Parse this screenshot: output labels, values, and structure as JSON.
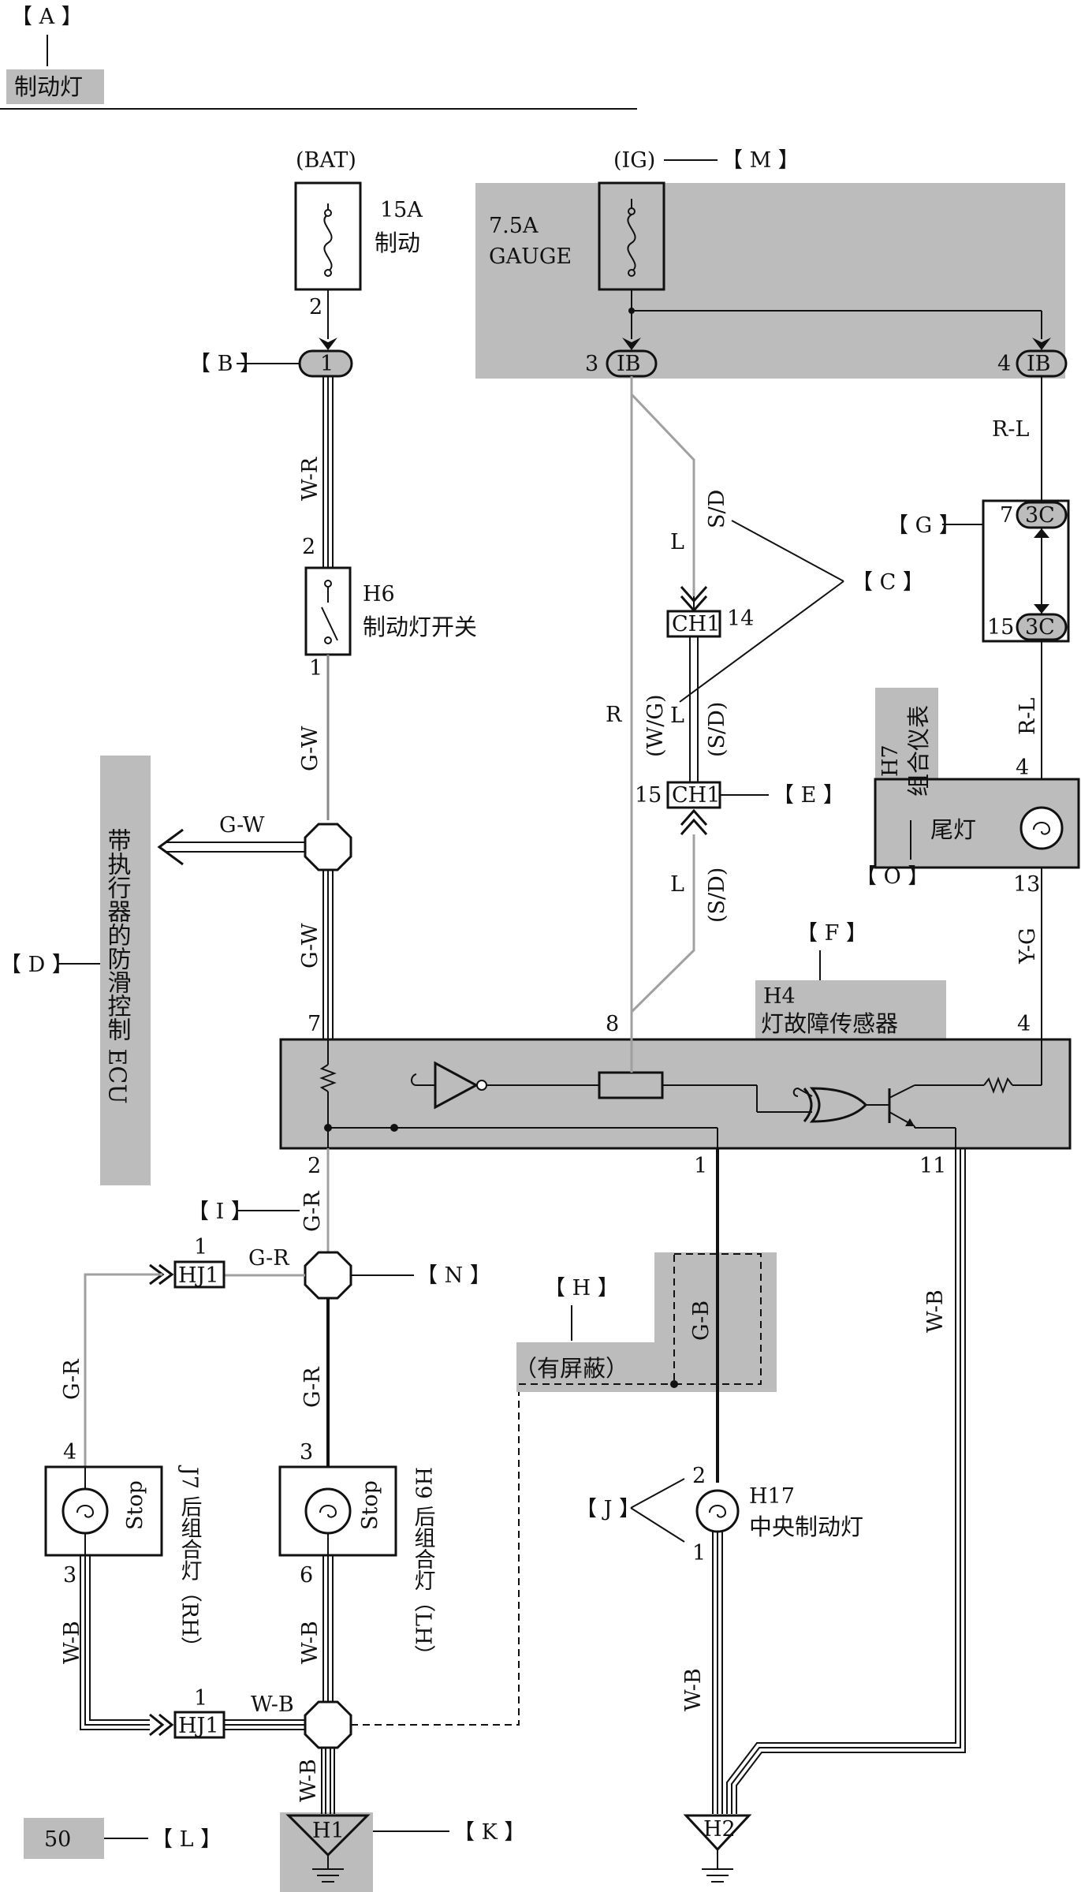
{
  "header": {
    "tag": "【 A 】",
    "title": "制动灯"
  },
  "callouts": {
    "B": "【 B 】",
    "C": "【 C 】",
    "D": "【 D 】",
    "E": "【 E 】",
    "F": "【 F 】",
    "G": "【 G 】",
    "H": "【 H 】",
    "I": "【 I 】",
    "J": "【 J 】",
    "K": "【 K 】",
    "L": "【 L 】",
    "M": "【 M 】",
    "N": "【 N 】",
    "O": "【 O 】"
  },
  "power": {
    "bat": "(BAT)",
    "ig": "(IG)",
    "fuse1_rating": "15A",
    "fuse1_name": "制动",
    "fuse2_rating": "7.5A",
    "fuse2_name": "GAUGE"
  },
  "connectors": {
    "c1": "1",
    "ib": "IB",
    "ib_pin3": "3",
    "ib_pin4": "4",
    "c3c": "3C",
    "c3c_pin7": "7",
    "c3c_pin15": "15",
    "ch1": "CH1",
    "ch1_pin14": "14",
    "ch1_pin15": "15",
    "hj1": "HJ1",
    "h1": "H1",
    "h2": "H2"
  },
  "pins": {
    "fuse1_out": "2",
    "sw_in": "2",
    "sw_out": "1",
    "ecu_7": "7",
    "ecu_8": "8",
    "ecu_4": "4",
    "ecu_2": "2",
    "ecu_1": "1",
    "ecu_11": "11",
    "tail_4": "4",
    "tail_13": "13",
    "rh_4": "4",
    "rh_3": "3",
    "lh_3": "3",
    "lh_6": "6",
    "h17_2": "2",
    "h17_1": "1",
    "hj1_top": "1",
    "hj1_bot": "1"
  },
  "wires": {
    "wr": "W-R",
    "gw1": "G-W",
    "gw2": "G-W",
    "gw3": "G-W",
    "rl1": "R-L",
    "rl2": "R-L",
    "yg": "Y-G",
    "sd1": "S/D",
    "l1": "L",
    "wg": "(W/G)",
    "l2": "L",
    "sd2": "(S/D)",
    "l3": "L",
    "sd3": "(S/D)",
    "r": "R",
    "gr1": "G-R",
    "gr2": "G-R",
    "gr3": "G-R",
    "gr4": "G-R",
    "gb": "G-B",
    "wb1": "W-B",
    "wb2": "W-B",
    "wb3": "W-B",
    "wb4": "W-B",
    "wb5": "W-B",
    "wb6": "W-B"
  },
  "components": {
    "h6_code": "H6",
    "h6_name": "制动灯开关",
    "h4_code": "H4",
    "h4_name": "灯故障传感器",
    "h7_code": "H7",
    "h7_name": "组合仪表",
    "tail_lamp": "尾灯",
    "abs_ecu": "带执行器的防滑控制 ECU",
    "shielded": "（有屏蔽）",
    "h17_code": "H17",
    "h17_name": "中央制动灯",
    "j7": "J7  后组合灯（RH）",
    "h9": "H9  后组合灯（LH）",
    "stop": "Stop",
    "page": "50"
  },
  "colors": {
    "panel": "#bcbcbc",
    "line": "#111111",
    "gray_wire": "#a0a0a0"
  }
}
